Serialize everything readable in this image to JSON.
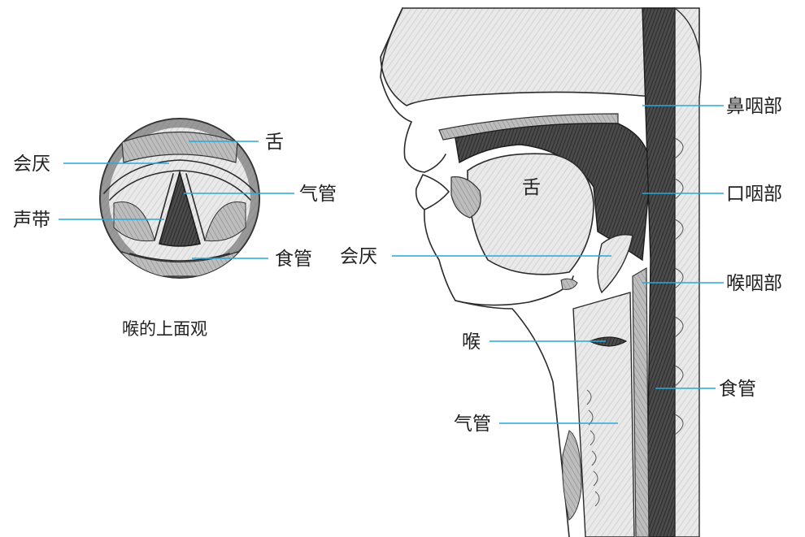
{
  "top_view": {
    "labels": {
      "tongue": "舌",
      "epiglottis": "会厌",
      "trachea": "气管",
      "vocal_cords": "声带",
      "esophagus": "食管"
    },
    "caption": "喉的上面观"
  },
  "side_view": {
    "labels": {
      "nasopharynx": "鼻咽部",
      "oropharynx": "口咽部",
      "laryngopharynx": "喉咽部",
      "tongue": "舌",
      "epiglottis": "会厌",
      "larynx": "喉",
      "esophagus": "食管",
      "trachea": "气管"
    }
  },
  "colors": {
    "leader": "#29a9d9",
    "ink": "#2b2b2b",
    "shade_light": "#d9d9d9",
    "shade_mid": "#9a9a9a",
    "shade_dark": "#3a3a3a"
  }
}
